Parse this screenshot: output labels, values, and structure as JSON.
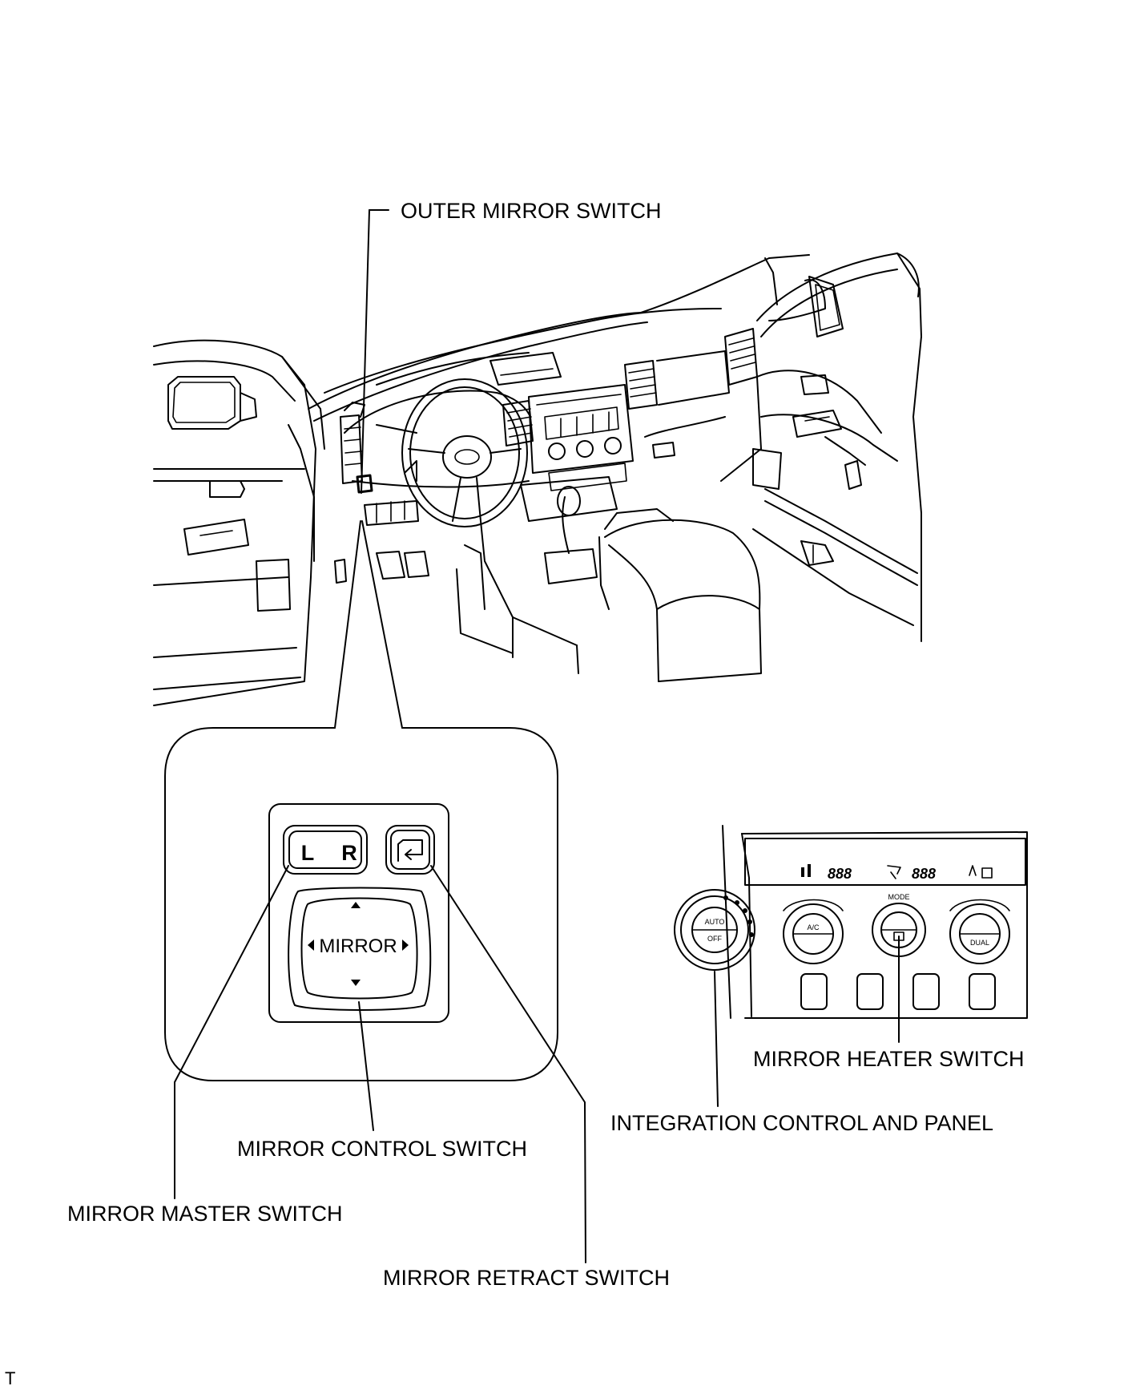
{
  "labels": {
    "outer_mirror_switch": "OUTER MIRROR SWITCH",
    "mirror_master_switch": "MIRROR MASTER SWITCH",
    "mirror_control_switch": "MIRROR CONTROL SWITCH",
    "mirror_retract_switch": "MIRROR RETRACT SWITCH",
    "mirror_heater_switch": "MIRROR HEATER SWITCH",
    "integration_control_and_panel": "INTEGRATION CONTROL AND PANEL"
  },
  "switch_panel": {
    "left_letter": "L",
    "right_letter": "R",
    "mirror_text": "MIRROR"
  },
  "control_panel": {
    "auto": "AUTO",
    "off": "OFF",
    "ac": "A/C",
    "mode": "MODE",
    "dual": "DUAL",
    "digits": "888"
  },
  "corner_mark": "T"
}
